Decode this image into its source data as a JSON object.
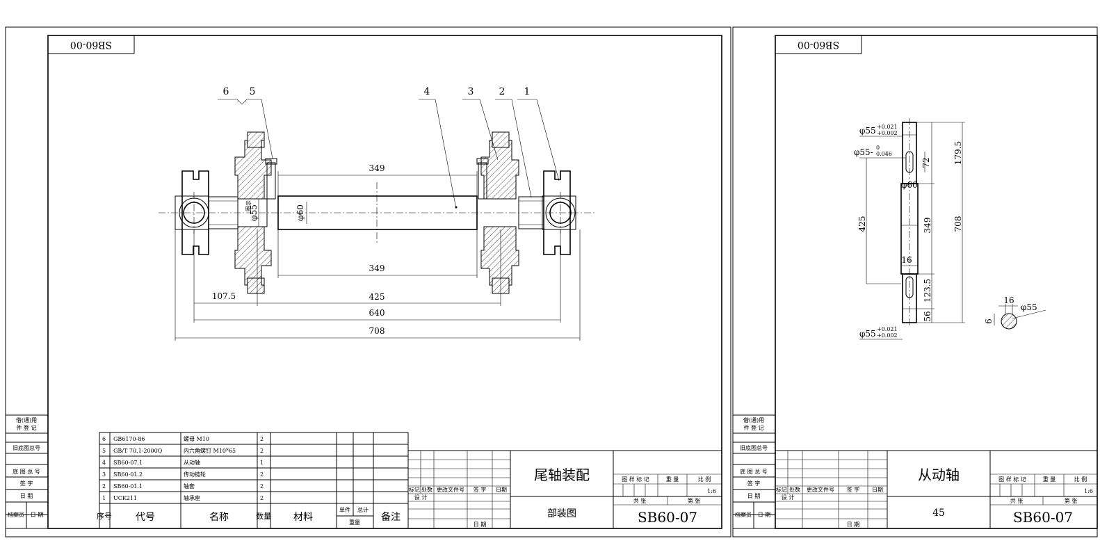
{
  "sheet1": {
    "stamp": "SB60-00",
    "side_labels": [
      "借(通)用",
      "件 登 记",
      "旧底图总号",
      "底 图 总 号",
      "签  字",
      "日  期",
      "档案员",
      "日  期"
    ],
    "balloons": [
      "6",
      "5",
      "4",
      "3",
      "2",
      "1"
    ],
    "dims": {
      "d349_top": "349",
      "d349_bot": "349",
      "d107": "107.5",
      "d425": "425",
      "d640": "640",
      "d708": "708",
      "phi55": "φ55",
      "phi60": "φ60",
      "phi55_note": "图示"
    },
    "bom": [
      {
        "no": "6",
        "code": "GB6170-86",
        "name": "螺母 M10",
        "qty": "2"
      },
      {
        "no": "5",
        "code": "GB/T 70.1-2000Q",
        "name": "内六角螺钉 M10*65",
        "qty": "2"
      },
      {
        "no": "4",
        "code": "SB60-07.1",
        "name": "从动轴",
        "qty": "1"
      },
      {
        "no": "3",
        "code": "SB60-01.2",
        "name": "传动链轮",
        "qty": "2"
      },
      {
        "no": "2",
        "code": "SB60-01.1",
        "name": "轴套",
        "qty": "2"
      },
      {
        "no": "1",
        "code": "UCK211",
        "name": "轴承座",
        "qty": "2"
      }
    ],
    "bom_header": {
      "no": "序号",
      "code": "代号",
      "name": "名称",
      "qty": "数量",
      "material": "材料",
      "unit": "单件",
      "total": "总计",
      "weight": "重量",
      "remark": "备注"
    },
    "title_block": {
      "title": "尾轴装配",
      "subtitle": "部装图",
      "drawing_no": "SB60-07",
      "rev_labels": [
        "标记",
        "处数",
        "更改文件号",
        "签 字",
        "日期"
      ],
      "design": "设 计",
      "date": "日 期",
      "mark_labels": [
        "图 样 标 记",
        "重  量",
        "比 例"
      ],
      "scale": "1:6",
      "sheet_labels": [
        "共   张",
        "第   张"
      ]
    }
  },
  "sheet2": {
    "stamp": "SB60-00",
    "side_labels": [
      "借(通)用",
      "件 登 记",
      "旧底图总号",
      "底 图 总 号",
      "签  字",
      "日  期",
      "档案员",
      "日  期"
    ],
    "dims": {
      "phi55_a": "φ55",
      "tol_a_up": "+0.021",
      "tol_a_dn": "+0.002",
      "phi55_b": "φ55-",
      "tol_b_up": "0",
      "tol_b_dn": "0.046",
      "phi60": "φ60",
      "d179": "179.5",
      "d72": "72",
      "d425": "425",
      "d349": "349",
      "d708": "708",
      "d16": "16",
      "d123": "123.5",
      "d56": "56",
      "phi55_c": "φ55",
      "tol_c_up": "+0.021",
      "tol_c_dn": "+0.002",
      "sec_16": "16",
      "sec_6": "6",
      "sec_phi55": "φ55"
    },
    "title_block": {
      "title": "从动轴",
      "material": "45",
      "drawing_no": "SB60-07",
      "rev_labels": [
        "标记",
        "处数",
        "更改文件号",
        "签 字",
        "日期"
      ],
      "design": "设 计",
      "date": "日 期",
      "mark_labels": [
        "图 样 标 记",
        "重  量",
        "比 例"
      ],
      "scale": "1:6",
      "sheet_labels": [
        "共   张",
        "第   张"
      ]
    }
  }
}
